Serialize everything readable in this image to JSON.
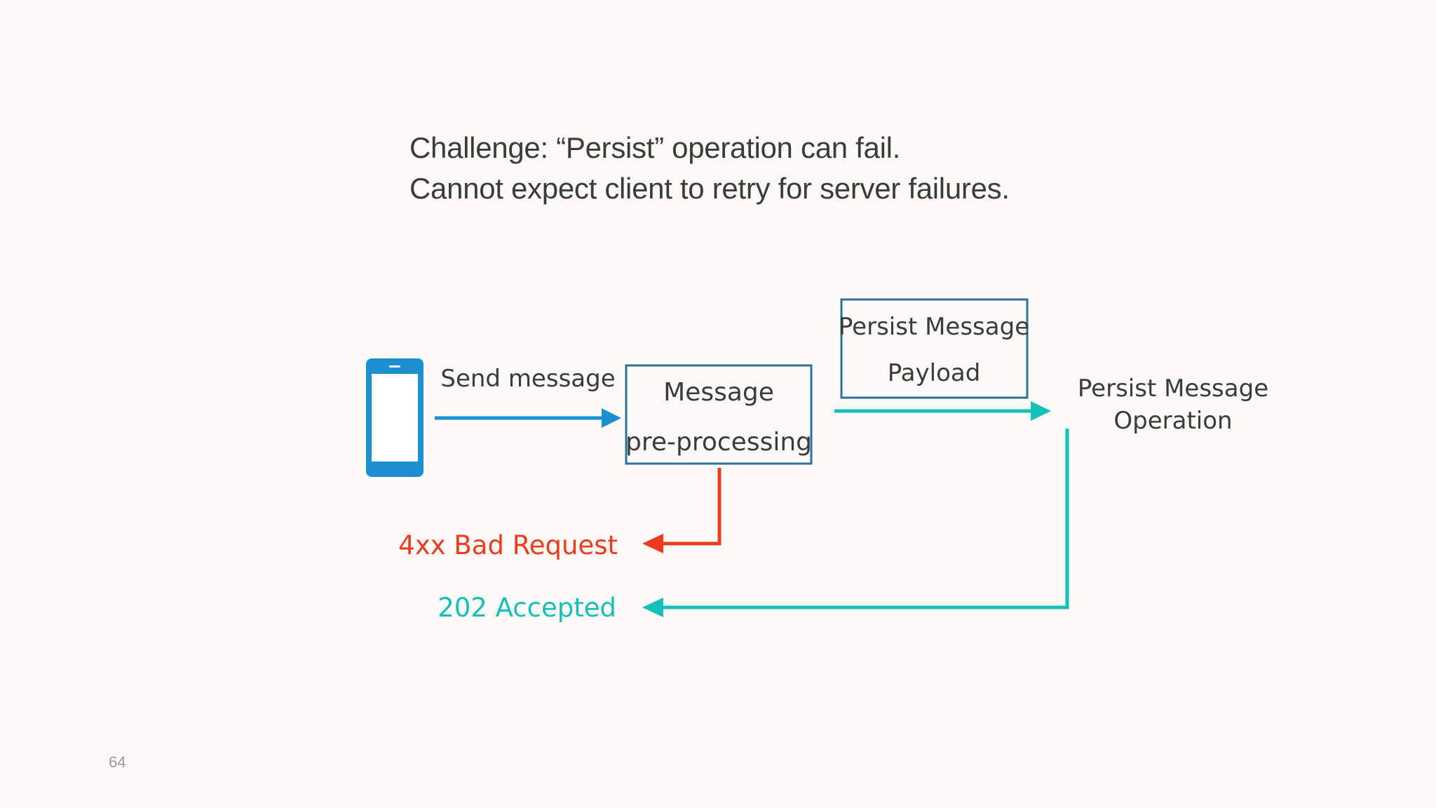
{
  "slide": {
    "title_line1": "Challenge: “Persist” operation can fail.",
    "title_line2": "Cannot expect client to retry for server failures.",
    "page_number": "64"
  },
  "diagram": {
    "send_label": "Send message",
    "preprocess_line1": "Message",
    "preprocess_line2": "pre-processing",
    "payload_line1": "Persist Message",
    "payload_line2": "Payload",
    "operation_line1": "Persist Message",
    "operation_line2": "Operation",
    "bad_request": "4xx Bad Request",
    "accepted": "202 Accepted"
  },
  "colors": {
    "blue": "#1b8fd0",
    "box_border": "#2f6f9e",
    "teal": "#16c0b8",
    "red": "#f03a1e",
    "text": "#3b3b3b"
  },
  "icons": {
    "client": "mobile-phone-icon"
  }
}
